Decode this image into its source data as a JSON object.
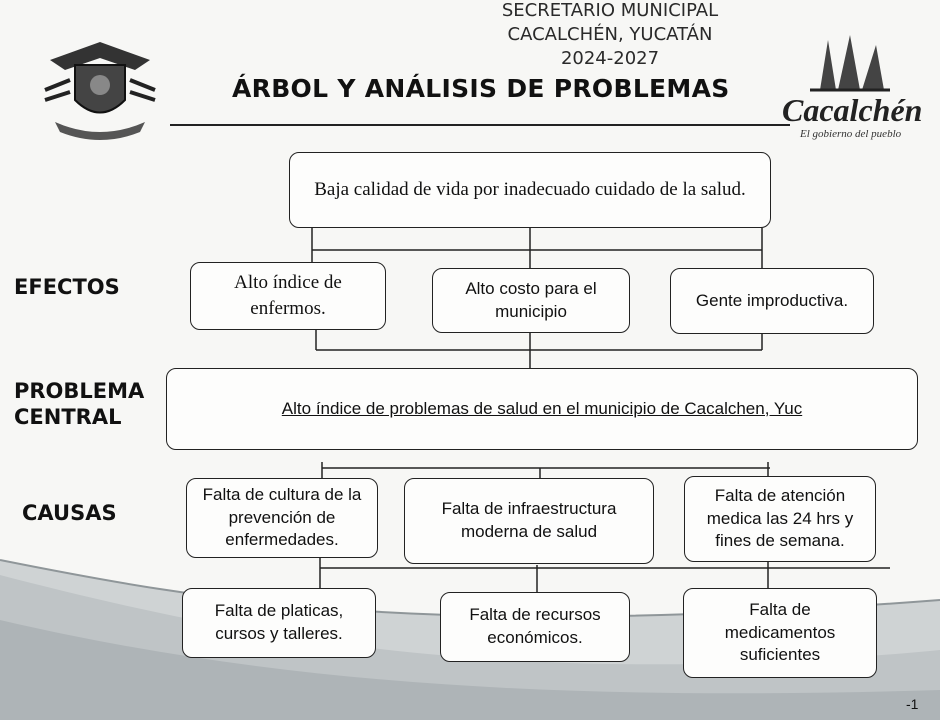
{
  "header": {
    "line1": "SECRETARIO MUNICIPAL",
    "line2": "CACALCHÉN, YUCATÁN",
    "line3": "2024-2027",
    "title": "ÁRBOL Y ANÁLISIS DE PROBLEMAS"
  },
  "brand": {
    "name": "Cacalchén",
    "tagline": "El gobierno del pueblo"
  },
  "labels": {
    "effects": "EFECTOS",
    "central_line1": "PROBLEMA",
    "central_line2": "CENTRAL",
    "causes": "CAUSAS"
  },
  "top_effect": "Baja calidad de vida por inadecuado cuidado de la salud.",
  "effects": [
    "Alto índice de enfermos.",
    "Alto costo para el municipio",
    "Gente improductiva."
  ],
  "central_problem": "Alto índice de problemas de salud en el municipio de Cacalchen, Yuc",
  "causes": [
    "Falta de cultura de la prevención de enfermedades.",
    "Falta de infraestructura moderna de salud",
    "Falta de atención medica las 24 hrs y fines de semana."
  ],
  "root_causes": [
    "Falta de platicas, cursos y talleres.",
    "Falta de recursos económicos.",
    "Falta de medicamentos suficientes"
  ],
  "page_mark": "-1"
}
